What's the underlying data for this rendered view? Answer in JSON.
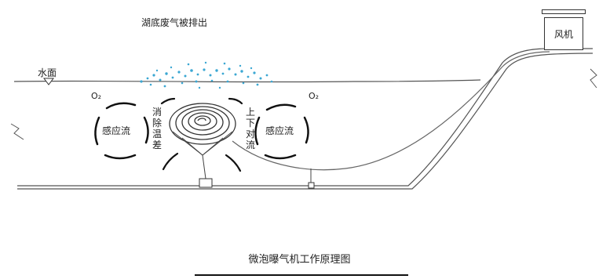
{
  "labels": {
    "exhaust": "湖底废气被排出",
    "water_surface": "水面",
    "o2_left": "O₂",
    "o2_right": "O₂",
    "induced_flow_left": "感应流",
    "induced_flow_right": "感应流",
    "eliminate_temp_diff": [
      "消",
      "除",
      "温",
      "差"
    ],
    "vertical_convection": [
      "上",
      "下",
      "对",
      "流"
    ],
    "blower": "风机"
  },
  "caption": "微泡曝气机工作原理图"
}
